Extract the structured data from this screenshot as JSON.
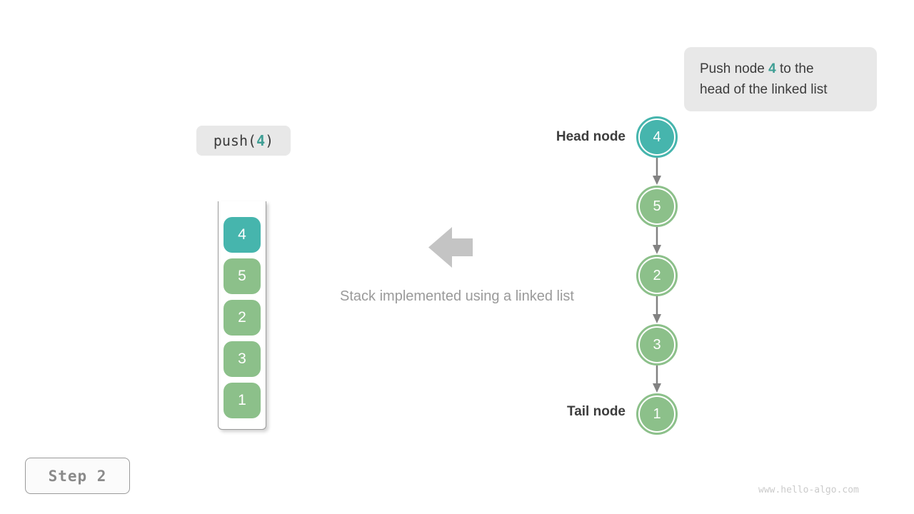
{
  "colors": {
    "teal": "#46b5ad",
    "green": "#8cc08a",
    "node_arrow_gray": "#828282",
    "block_arrow_gray": "#c4c4c4",
    "callout_bg": "#e8e8e8",
    "text_dark": "#3c3c3c",
    "caption_gray": "#9a9a9a"
  },
  "callout": {
    "line1_before": "Push node ",
    "line1_value": "4",
    "line1_after": " to the",
    "line2": "head of the linked list"
  },
  "operation": {
    "before": "push(",
    "value": "4",
    "after": ")"
  },
  "stack": {
    "items": [
      {
        "value": "4",
        "color": "teal"
      },
      {
        "value": "5",
        "color": "green"
      },
      {
        "value": "2",
        "color": "green"
      },
      {
        "value": "3",
        "color": "green"
      },
      {
        "value": "1",
        "color": "green"
      }
    ]
  },
  "caption": "Stack implemented using a linked list",
  "linked_list": {
    "head_label": "Head node",
    "tail_label": "Tail node",
    "nodes": [
      {
        "value": "4",
        "color": "teal"
      },
      {
        "value": "5",
        "color": "green"
      },
      {
        "value": "2",
        "color": "green"
      },
      {
        "value": "3",
        "color": "green"
      },
      {
        "value": "1",
        "color": "green"
      }
    ]
  },
  "footer": {
    "step_label": "Step 2",
    "watermark": "www.hello-algo.com"
  }
}
